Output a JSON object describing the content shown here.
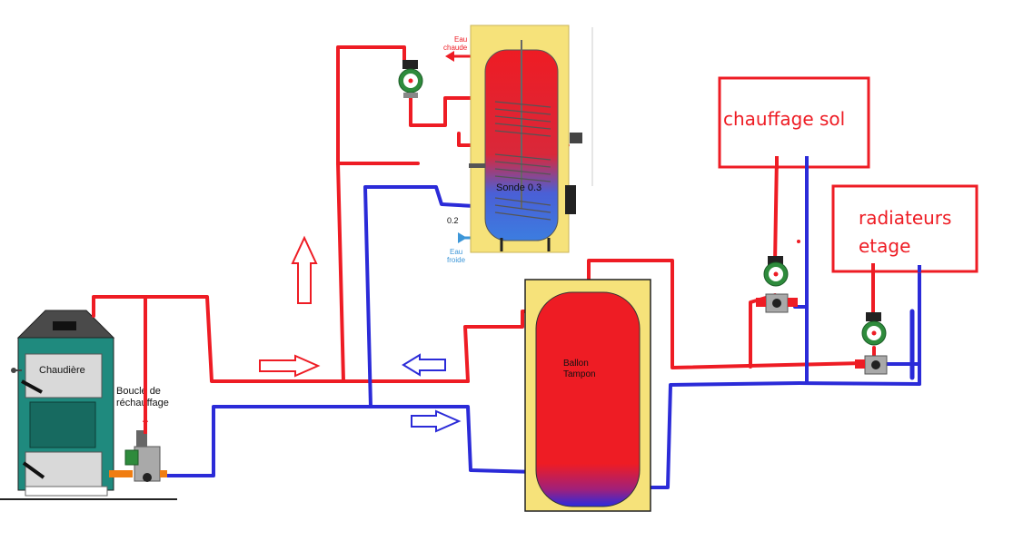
{
  "labels": {
    "boiler": "Chaudière",
    "loop_line1": "Boucle de",
    "loop_line2": "réchauffage",
    "buffer_line1": "Ballon",
    "buffer_line2": "Tampon",
    "hot_water_line1": "Eau",
    "hot_water_line2": "chaude",
    "cold_water_line1": "Eau",
    "cold_water_line2": "froide",
    "probe_s3": "Sonde 0.3",
    "probe_s2": "0.2",
    "floor_heating": "chauffage sol",
    "radiators_line1": "radiateurs",
    "radiators_line2": "etage"
  },
  "colors": {
    "hot": "#ee1c24",
    "cold": "#2b2bd8",
    "cold_light": "#3c96d8",
    "boiler_body": "#1f8a7e",
    "tank_jacket": "#f6e27a",
    "pump_green": "#2e8b3c"
  }
}
